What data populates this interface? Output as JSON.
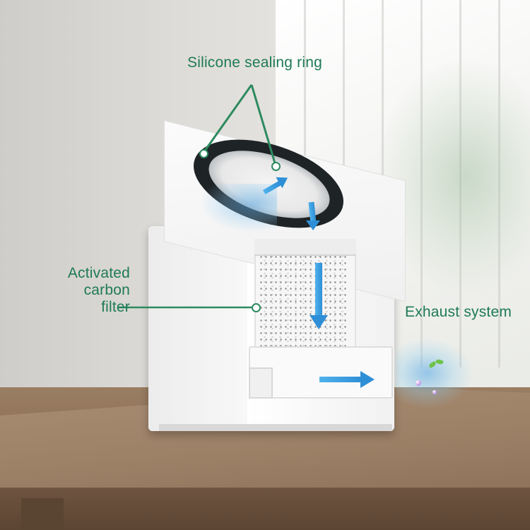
{
  "labels": {
    "silicone_ring": "Silicone sealing ring",
    "carbon_line1": "Activated",
    "carbon_line2": "carbon filter",
    "exhaust": "Exhaust system"
  },
  "colors": {
    "label_text": "#1e7a55",
    "callout_line": "#2d8a5f",
    "airflow_arrow": "#2f8fd6"
  },
  "icons": {
    "airflow": "arrow-icon",
    "leaf": "leaf-icon"
  }
}
